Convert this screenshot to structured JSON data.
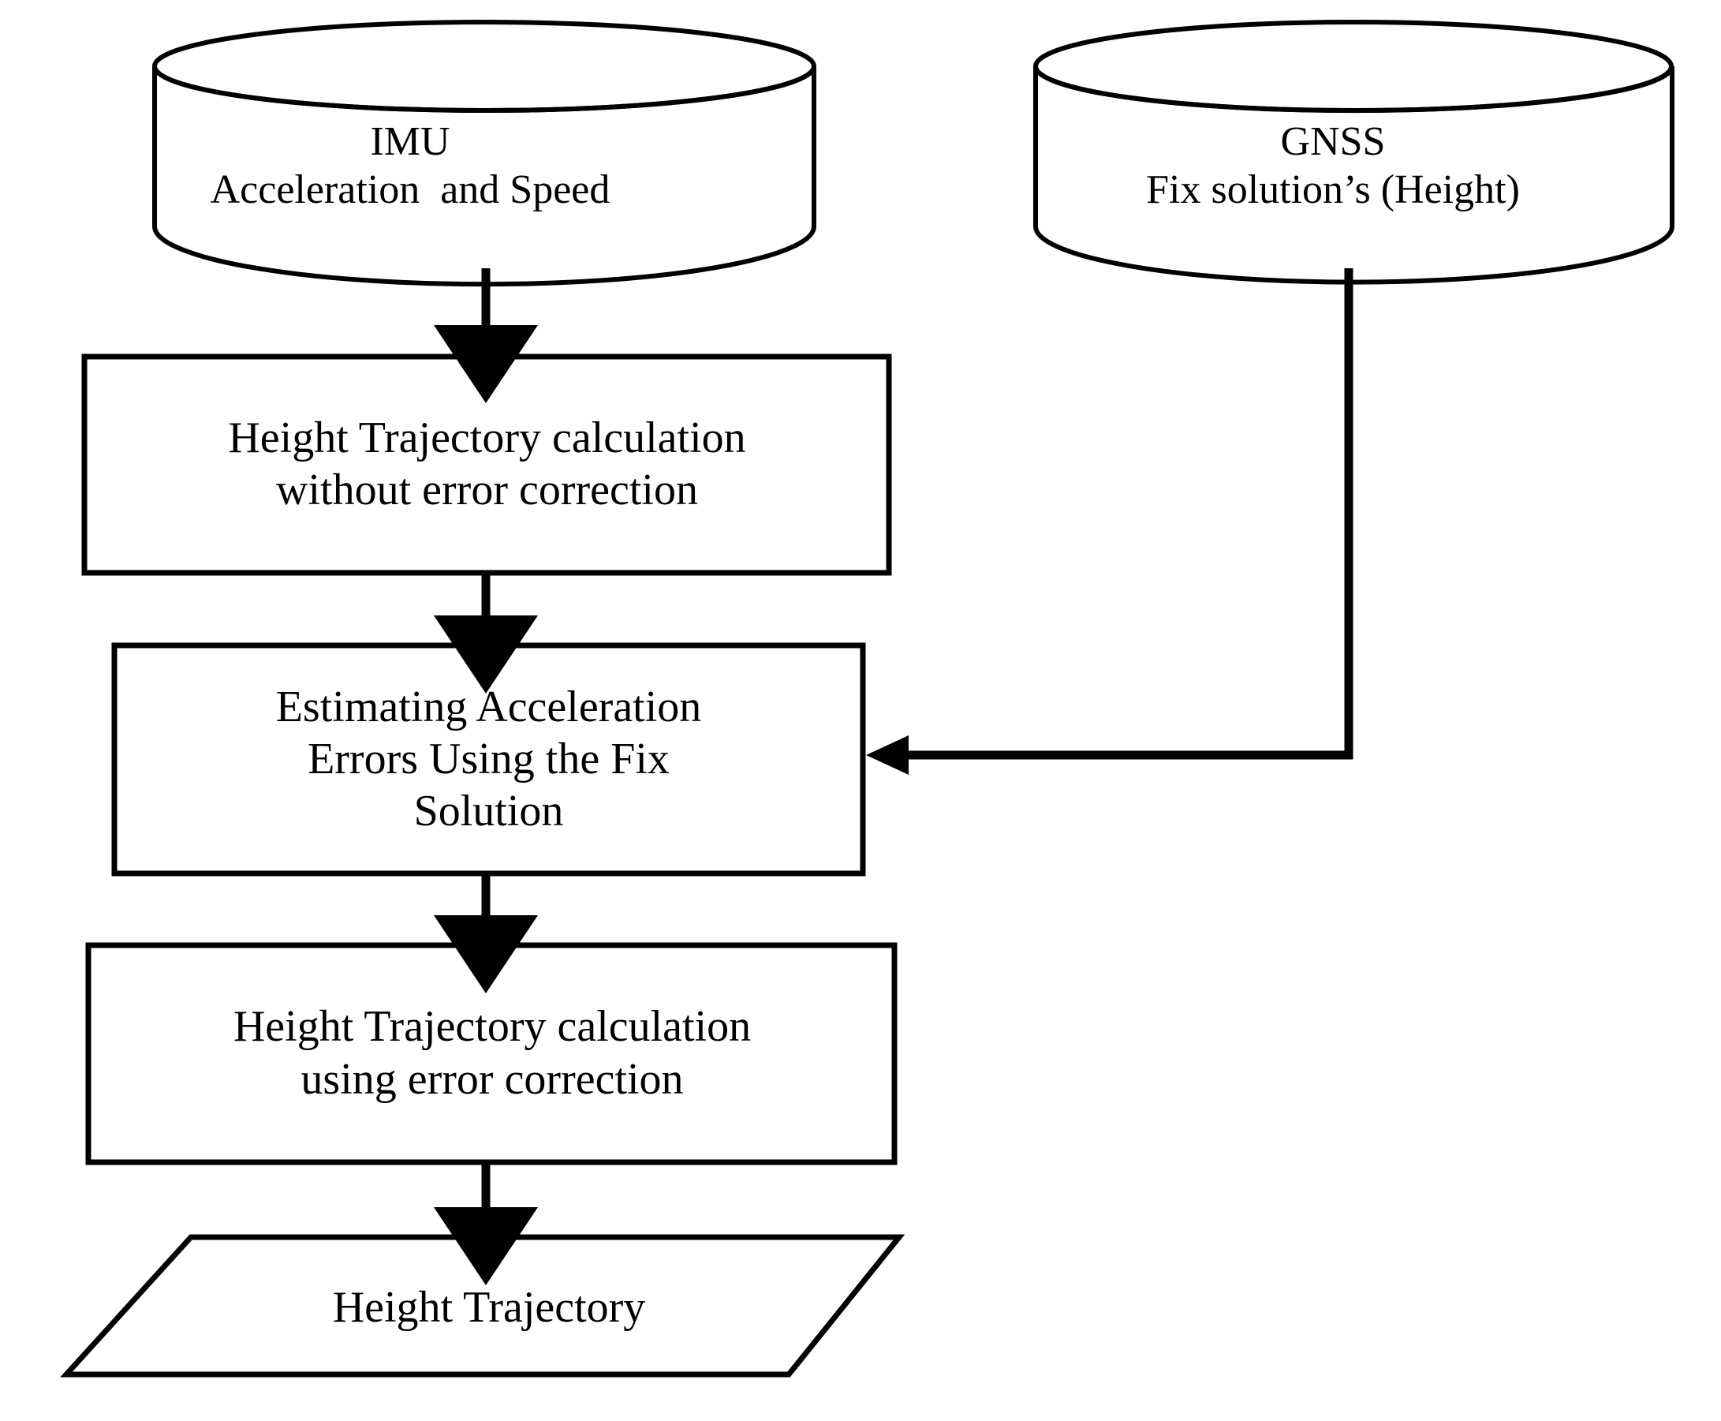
{
  "diagram": {
    "title": "Height Trajectory Estimation Flowchart",
    "background_color": "#ffffff",
    "stroke_color": "#000000",
    "text_color": "#000000"
  },
  "nodes": {
    "imu_datastore": {
      "shape": "cylinder",
      "line1": "IMU",
      "line2": "Acceleration  and Speed"
    },
    "gnss_datastore": {
      "shape": "cylinder",
      "line1": "GNSS",
      "line2": "Fix solution’s (Height)"
    },
    "process_1": {
      "shape": "rectangle",
      "line1": "Height Trajectory calculation",
      "line2": "without error correction"
    },
    "process_2": {
      "shape": "rectangle",
      "line1": "Estimating Acceleration",
      "line2": "Errors Using the Fix",
      "line3": "Solution"
    },
    "process_3": {
      "shape": "rectangle",
      "line1": "Height Trajectory calculation",
      "line2": "using error correction"
    },
    "output_terminator": {
      "shape": "parallelogram",
      "line1": "Height Trajectory"
    }
  },
  "connectors": [
    {
      "name": "imu-to-process1",
      "from": "imu_datastore",
      "to": "process_1",
      "direction": "down",
      "arrowhead": true
    },
    {
      "name": "process1-to-process2",
      "from": "process_1",
      "to": "process_2",
      "direction": "down",
      "arrowhead": true
    },
    {
      "name": "gnss-to-process2",
      "from": "gnss_datastore",
      "to": "process_2",
      "direction": "down-then-left",
      "arrowhead": true
    },
    {
      "name": "process2-to-process3",
      "from": "process_2",
      "to": "process_3",
      "direction": "down",
      "arrowhead": true
    },
    {
      "name": "process3-to-output",
      "from": "process_3",
      "to": "output_terminator",
      "direction": "down",
      "arrowhead": true
    }
  ]
}
